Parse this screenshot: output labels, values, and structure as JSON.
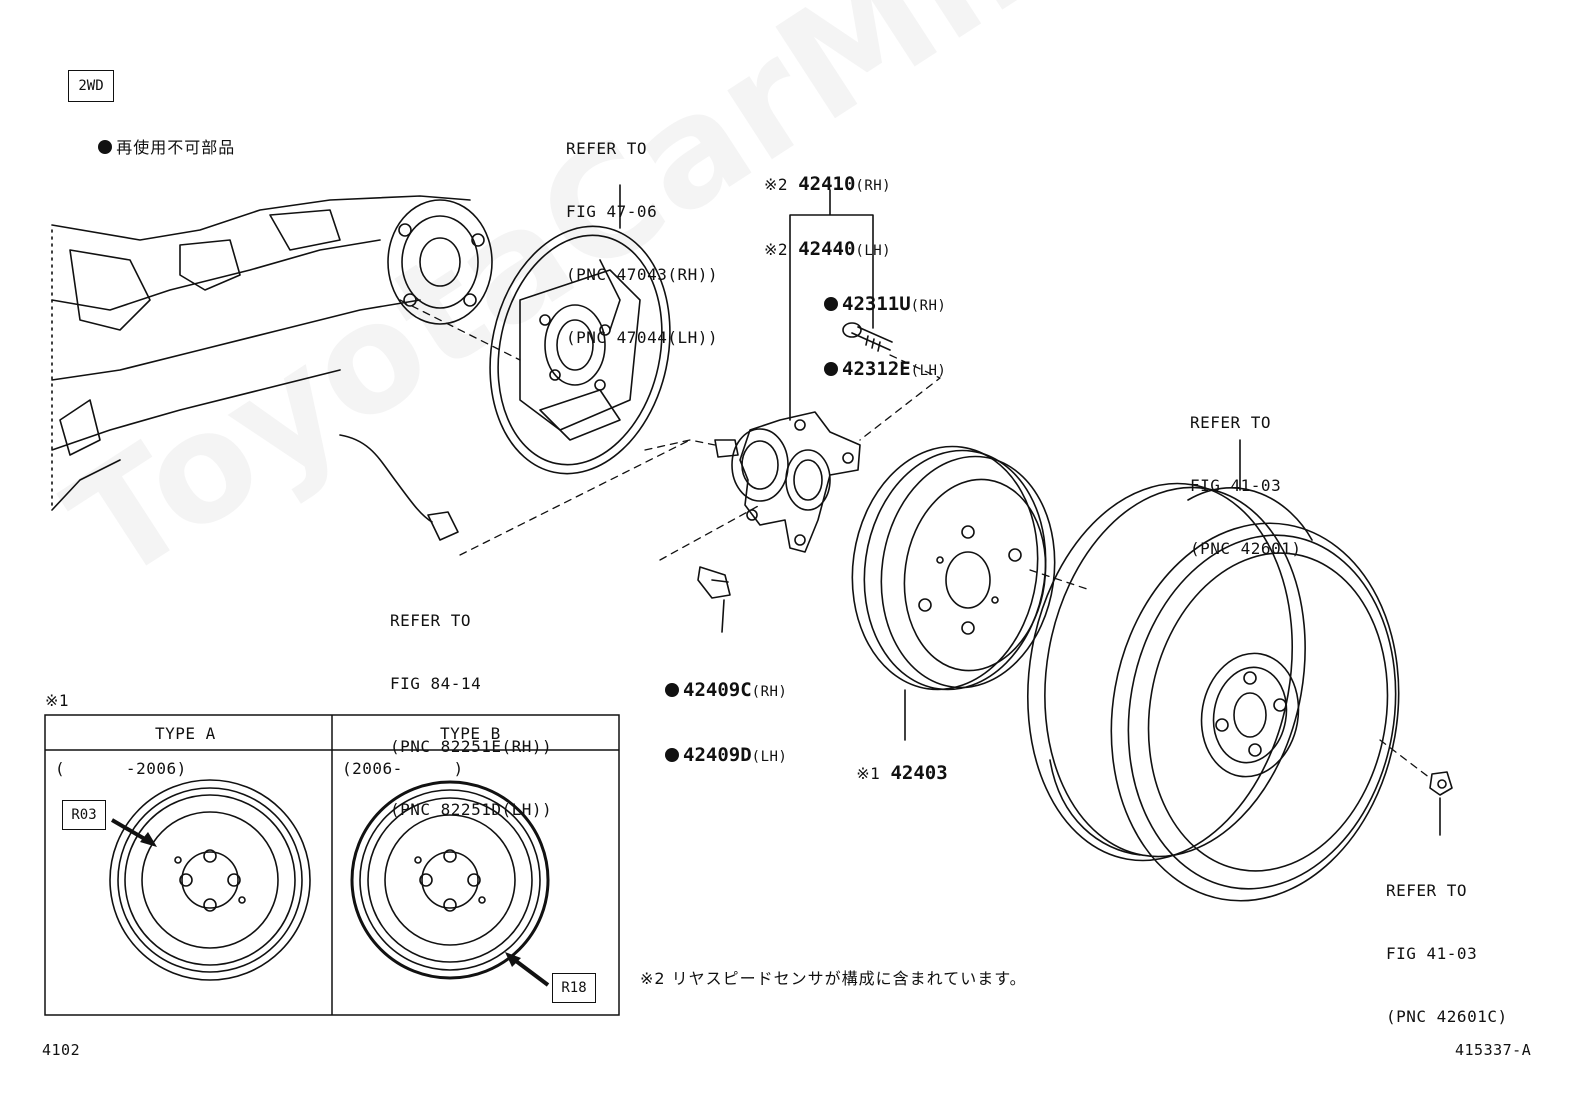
{
  "header": {
    "drive_badge": "2WD",
    "legend_text": "再使用不可部品"
  },
  "callouts": {
    "backing_plate_ref": [
      "REFER TO",
      "FIG 47-06",
      "(PNC 47043(RH))",
      "(PNC 47044(LH))"
    ],
    "hub_bearing": {
      "mark": "※2",
      "rows": [
        {
          "pn": "42410",
          "side": "(RH)"
        },
        {
          "pn": "42440",
          "side": "(LH)"
        }
      ]
    },
    "hub_bolt": {
      "rows": [
        {
          "pn": "42311U",
          "side": "(RH)"
        },
        {
          "pn": "42312E",
          "side": "(LH)"
        }
      ]
    },
    "hub_nut": {
      "rows": [
        {
          "pn": "42409C",
          "side": "(RH)"
        },
        {
          "pn": "42409D",
          "side": "(LH)"
        }
      ]
    },
    "sensor_ref": [
      "REFER TO",
      "FIG 84-14",
      "(PNC 82251E(RH))",
      "(PNC 82251D(LH))"
    ],
    "wheel_ref": [
      "REFER TO",
      "FIG 41-03",
      "(PNC 42601)"
    ],
    "wheel_nut_ref": [
      "REFER TO",
      "FIG 41-03",
      "(PNC 42601C)"
    ],
    "drum": {
      "mark": "※1",
      "pn": "42403"
    }
  },
  "inset": {
    "mark": "※1",
    "type_a": {
      "title": "TYPE A",
      "range": "(      -2006)",
      "tag": "R03"
    },
    "type_b": {
      "title": "TYPE B",
      "range": "(2006-     )",
      "tag": "R18"
    }
  },
  "note": "※2 リヤスピードセンサが構成に含まれています。",
  "footer": {
    "left_code": "4102",
    "right_code": "415337-A"
  },
  "watermark": "ToyotaCarMine.ru"
}
